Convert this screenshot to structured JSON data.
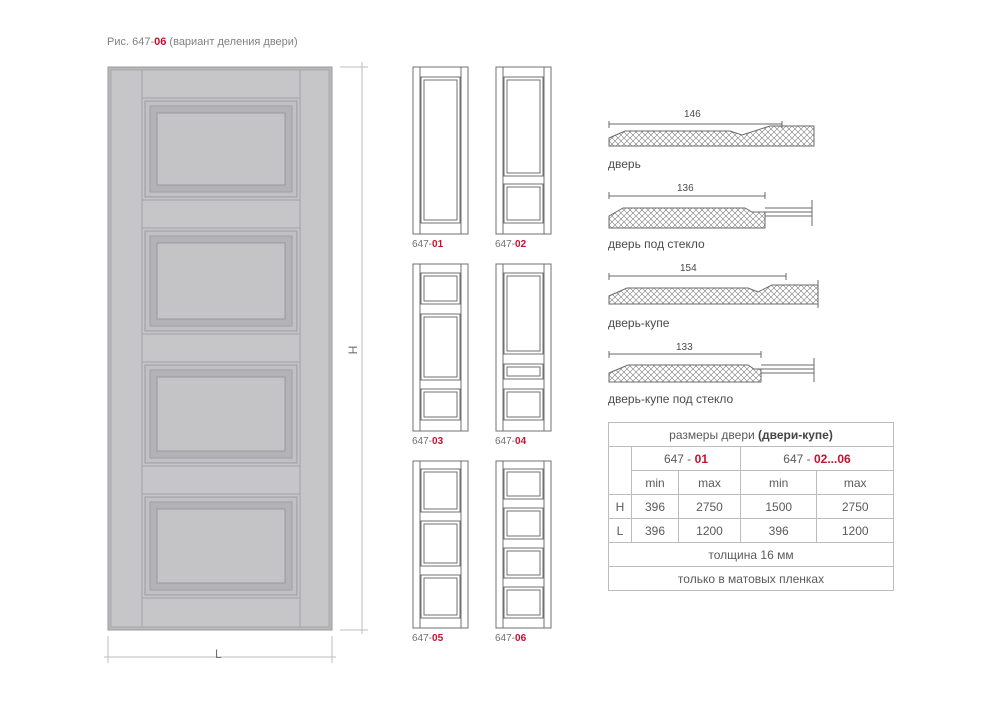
{
  "caption": {
    "prefix": "Рис. 647-",
    "code": "06",
    "suffix": " (вариант деления двери)"
  },
  "dimensions": {
    "height": "H",
    "width": "L"
  },
  "variants": [
    {
      "prefix": "647-",
      "code": "01"
    },
    {
      "prefix": "647-",
      "code": "02"
    },
    {
      "prefix": "647-",
      "code": "03"
    },
    {
      "prefix": "647-",
      "code": "04"
    },
    {
      "prefix": "647-",
      "code": "05"
    },
    {
      "prefix": "647-",
      "code": "06"
    }
  ],
  "profiles": [
    {
      "name": "дверь",
      "dim": "146"
    },
    {
      "name": "дверь под стекло",
      "dim": "136"
    },
    {
      "name": "дверь-купе",
      "dim": "154"
    },
    {
      "name": "дверь-купе под стекло",
      "dim": "133"
    }
  ],
  "size_table": {
    "title_prefix": "размеры двери ",
    "title_bold": "(двери-купе)",
    "group1_prefix": "647 - ",
    "group1_code": "01",
    "group2_prefix": "647 - ",
    "group2_code": "02...06",
    "col_min": "min",
    "col_max": "max",
    "rows": [
      {
        "label": "H",
        "values": [
          "396",
          "2750",
          "1500",
          "2750"
        ]
      },
      {
        "label": "L",
        "values": [
          "396",
          "1200",
          "396",
          "1200"
        ]
      }
    ],
    "thickness": "толщина 16 мм",
    "note": "только в матовых пленках"
  }
}
